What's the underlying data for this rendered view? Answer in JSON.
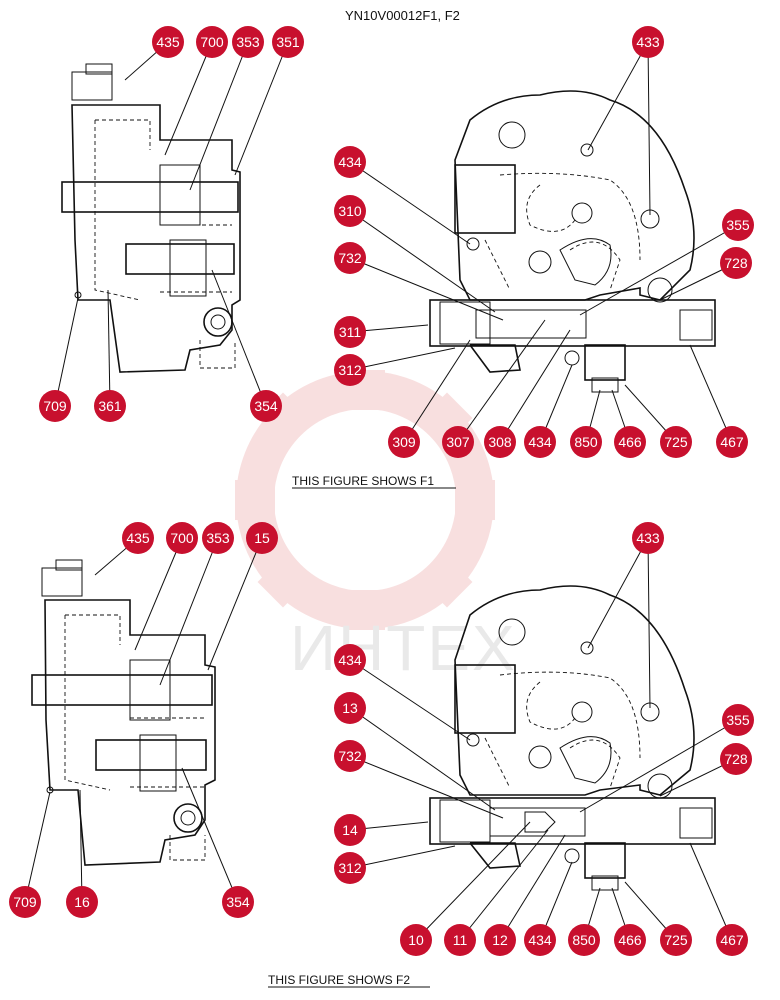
{
  "title": "YN10V00012F1, F2",
  "watermark": "ИНТЕХ",
  "figures": [
    {
      "caption": "THIS FIGURE SHOWS  F1",
      "labels": [
        "435",
        "700",
        "353",
        "351",
        "709",
        "361",
        "354",
        "433",
        "434",
        "310",
        "732",
        "311",
        "312",
        "309",
        "307",
        "308",
        "434",
        "850",
        "466",
        "725",
        "467",
        "355",
        "728"
      ]
    },
    {
      "caption": "THIS FIGURE SHOWS  F2",
      "labels": [
        "435",
        "700",
        "353",
        "15",
        "709",
        "16",
        "354",
        "433",
        "434",
        "13",
        "732",
        "14",
        "312",
        "10",
        "11",
        "12",
        "434",
        "850",
        "466",
        "725",
        "467",
        "355",
        "728"
      ]
    }
  ],
  "colors": {
    "bubble": "#c8102e",
    "watermark": "#f3c6c6"
  }
}
